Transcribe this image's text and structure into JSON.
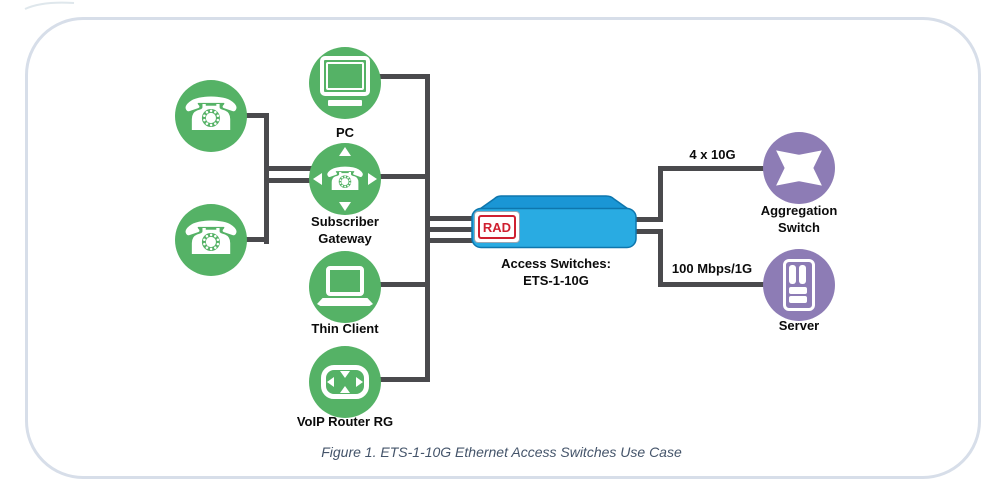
{
  "figure": {
    "caption": "Figure 1. ETS-1-10G Ethernet Access Switches Use Case"
  },
  "nodes": {
    "pc": {
      "label": "PC"
    },
    "subscriber_gateway": {
      "label_line1": "Subscriber",
      "label_line2": "Gateway"
    },
    "thin_client": {
      "label": "Thin Client"
    },
    "voip_router": {
      "label": "VoIP Router RG"
    },
    "access_switch": {
      "label_line1": "Access Switches:",
      "label_line2": "ETS-1-10G",
      "brand": "RAD"
    },
    "aggregation_switch": {
      "label_line1": "Aggregation",
      "label_line2": "Switch"
    },
    "server": {
      "label": "Server"
    }
  },
  "links": {
    "aggregation_link_label": "4 x 10G",
    "server_link_label": "100 Mbps/1G"
  },
  "icons": {
    "phone_glyph": "☎"
  },
  "colors": {
    "node_green": "#55b266",
    "node_purple": "#8d7cb5",
    "wire_gray": "#4a4a4d",
    "device_front_blue": "#29abe2",
    "device_top_blue": "#1a96d5",
    "rad_red": "#cf2030",
    "frame_border": "#d7dee9",
    "caption_text": "#44546a"
  }
}
